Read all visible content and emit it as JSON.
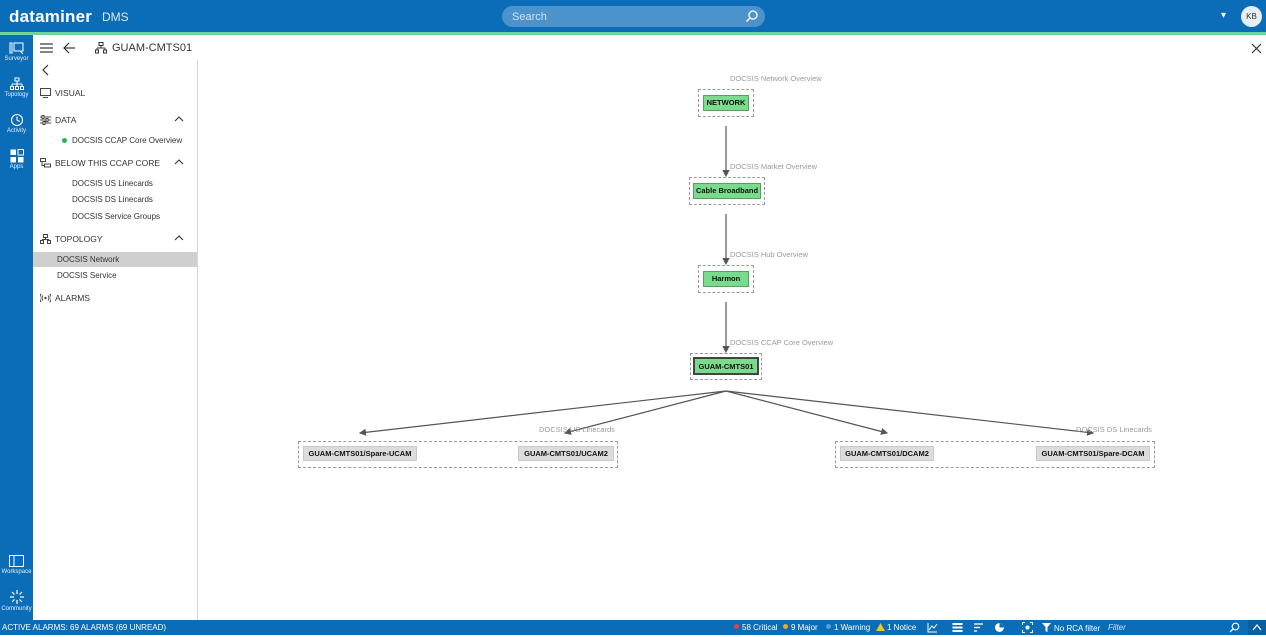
{
  "topbar": {
    "logo": "dataminer",
    "logo_sub": "DMS",
    "search_placeholder": "Search",
    "user_initials": "KB",
    "user_chevron": "▾"
  },
  "rail": {
    "items": [
      {
        "label": "Surveyor",
        "icon": "surveyor-icon"
      },
      {
        "label": "Topology",
        "icon": "topology-icon"
      },
      {
        "label": "Activity",
        "icon": "activity-icon"
      },
      {
        "label": "Apps",
        "icon": "apps-icon"
      },
      {
        "label": "Workspace",
        "icon": "workspace-icon"
      },
      {
        "label": "Community",
        "icon": "community-icon"
      }
    ]
  },
  "header": {
    "title": "GUAM-CMTS01"
  },
  "panel": {
    "visual_label": "VISUAL",
    "data_label": "DATA",
    "data_items": [
      "DOCSIS CCAP Core Overview"
    ],
    "below_label": "BELOW THIS CCAP CORE",
    "below_items": [
      "DOCSIS US Linecards",
      "DOCSIS DS Linecards",
      "DOCSIS Service Groups"
    ],
    "topology_label": "TOPOLOGY",
    "topology_items": [
      "DOCSIS Network",
      "DOCSIS Service"
    ],
    "alarms_label": "ALARMS"
  },
  "diagram": {
    "levels": [
      {
        "label": "DOCSIS Network Overview",
        "node": "NETWORK"
      },
      {
        "label": "DOCSIS Market Overview",
        "node": "Cable Broadband"
      },
      {
        "label": "DOCSIS Hub Overview",
        "node": "Harmon"
      },
      {
        "label": "DOCSIS CCAP Core Overview",
        "node": "GUAM-CMTS01"
      }
    ],
    "us_group": {
      "label": "DOCSIS US Linecards",
      "nodes": [
        "GUAM-CMTS01/Spare-UCAM",
        "GUAM-CMTS01/UCAM2"
      ]
    },
    "ds_group": {
      "label": "DOCSIS DS Linecards",
      "nodes": [
        "GUAM-CMTS01/DCAM2",
        "GUAM-CMTS01/Spare-DCAM"
      ]
    }
  },
  "statusbar": {
    "active_alarms": "ACTIVE ALARMS: 69 ALARMS (69 UNREAD)",
    "critical": "58 Critical",
    "major": "9 Major",
    "warning": "1 Warning",
    "notice": "1 Notice",
    "rca": "No RCA filter",
    "filter_placeholder": "Filter",
    "colors": {
      "critical": "#e8413c",
      "major": "#f5a623",
      "warning": "#4fa3e0",
      "notice": "#f5c518"
    }
  }
}
